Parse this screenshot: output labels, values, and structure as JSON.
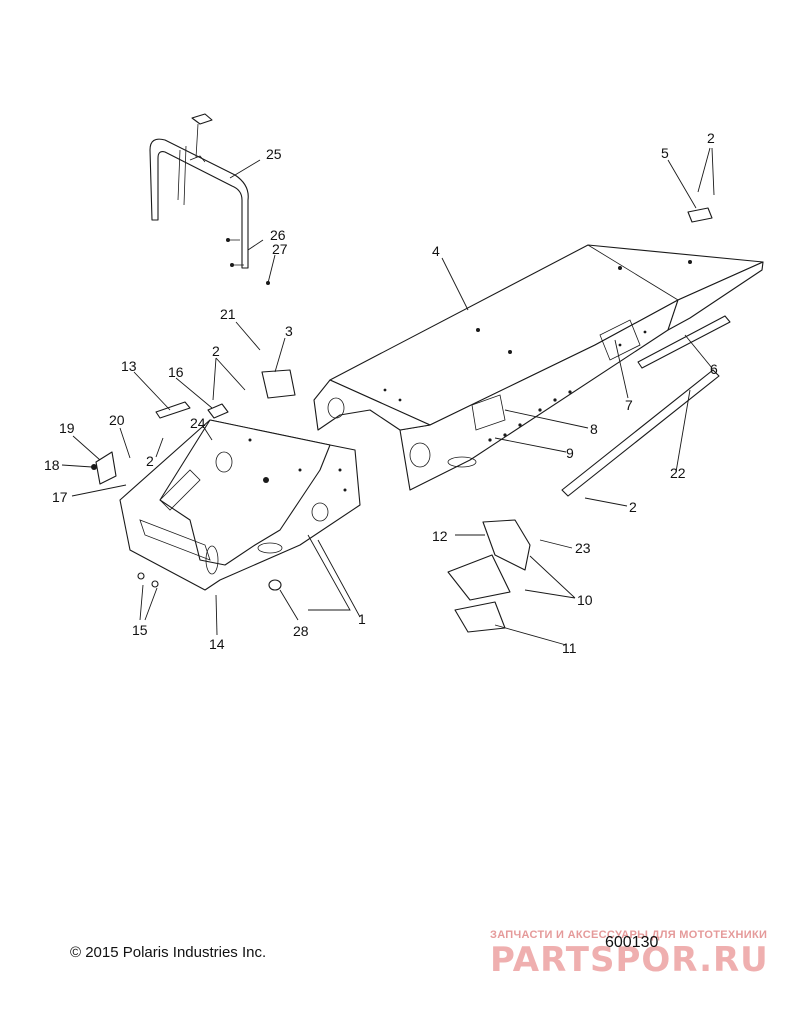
{
  "callouts": [
    {
      "id": "c1",
      "label": "1"
    },
    {
      "id": "c2a",
      "label": "2"
    },
    {
      "id": "c2b",
      "label": "2"
    },
    {
      "id": "c2c",
      "label": "2"
    },
    {
      "id": "c2d",
      "label": "2"
    },
    {
      "id": "c3",
      "label": "3"
    },
    {
      "id": "c4",
      "label": "4"
    },
    {
      "id": "c5",
      "label": "5"
    },
    {
      "id": "c6",
      "label": "6"
    },
    {
      "id": "c7",
      "label": "7"
    },
    {
      "id": "c8",
      "label": "8"
    },
    {
      "id": "c9",
      "label": "9"
    },
    {
      "id": "c10",
      "label": "10"
    },
    {
      "id": "c11",
      "label": "11"
    },
    {
      "id": "c12",
      "label": "12"
    },
    {
      "id": "c13",
      "label": "13"
    },
    {
      "id": "c14",
      "label": "14"
    },
    {
      "id": "c15",
      "label": "15"
    },
    {
      "id": "c16",
      "label": "16"
    },
    {
      "id": "c17",
      "label": "17"
    },
    {
      "id": "c18",
      "label": "18"
    },
    {
      "id": "c19",
      "label": "19"
    },
    {
      "id": "c20",
      "label": "20"
    },
    {
      "id": "c21",
      "label": "21"
    },
    {
      "id": "c22",
      "label": "22"
    },
    {
      "id": "c23",
      "label": "23"
    },
    {
      "id": "c24",
      "label": "24"
    },
    {
      "id": "c25",
      "label": "25"
    },
    {
      "id": "c26",
      "label": "26"
    },
    {
      "id": "c27",
      "label": "27"
    },
    {
      "id": "c28",
      "label": "28"
    }
  ],
  "footer": {
    "copyright": "© 2015 Polaris Industries Inc.",
    "drawing_number": "600130"
  },
  "watermark": {
    "tagline": "ЗАПЧАСТИ И АКСЕССУАРЫ ДЛЯ МОТОТЕХНИКИ",
    "logo_text": "PARTSPOR.RU"
  },
  "colors": {
    "line": "#1a1a1a",
    "background": "#ffffff",
    "watermark": "#e07070"
  }
}
